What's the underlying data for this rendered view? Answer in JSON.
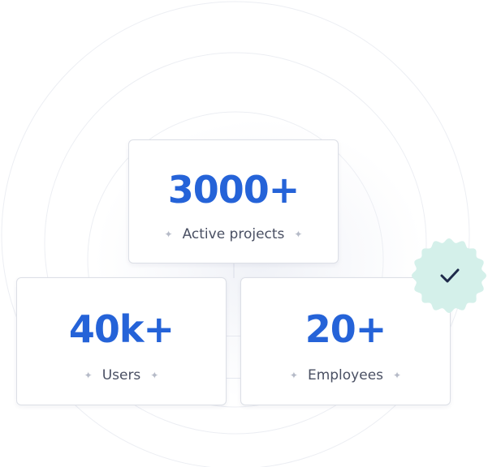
{
  "stats": [
    {
      "value": "3000+",
      "label": "Active projects"
    },
    {
      "value": "40k+",
      "label": "Users"
    },
    {
      "value": "20+",
      "label": "Employees"
    }
  ],
  "decor": {
    "sparkle_glyph": "✦",
    "badge_icon": "checkmark-icon"
  },
  "colors": {
    "accent": "#2563d8",
    "label": "#4a5063",
    "badge_fill": "#d4f0ea",
    "badge_check": "#1e2a4a"
  }
}
